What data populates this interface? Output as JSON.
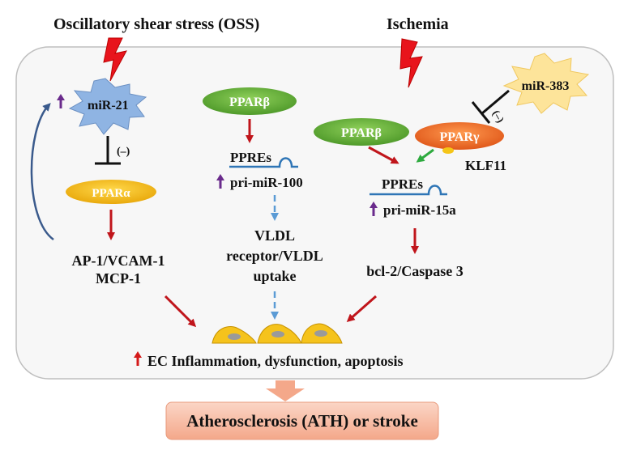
{
  "triggers": {
    "oss": "Oscillatory shear stress (OSS)",
    "ischemia": "Ischemia"
  },
  "nodes": {
    "mir21": "miR-21",
    "mir383": "miR-383",
    "inhibit_sign": "(–)",
    "inhibit_sign_2": "(–)",
    "ppar_alpha": "PPARα",
    "ppar_beta_1": "PPARβ",
    "ppar_beta_2": "PPARβ",
    "ppar_gamma": "PPARγ",
    "klf11": "KLF11",
    "ppres_1": "PPREs",
    "ppres_2": "PPREs",
    "pri_mir100": "pri-miR-100",
    "pri_mir15a": "pri-miR-15a",
    "ap1": "AP-1/VCAM-1",
    "mcp1": "MCP-1",
    "vldl_1": "VLDL",
    "vldl_2": "receptor/VLDL",
    "vldl_3": "uptake",
    "bcl2": "bcl-2/Caspase 3",
    "ec_outcome": "EC Inflammation, dysfunction, apoptosis"
  },
  "outcome_box": "Atherosclerosis (ATH) or stroke",
  "colors": {
    "green": "#6db33f",
    "orange": "#f26f21",
    "yellow": "#f5c518",
    "blue_star": "#8fb4e3",
    "yellow_star": "#fde49a",
    "red_arrow": "#c0151b",
    "blue_arrow": "#5b9bd5",
    "green_arrow": "#2eaa3f",
    "purple": "#6a2b8c",
    "outcome_fill": "#f8c3ad"
  }
}
